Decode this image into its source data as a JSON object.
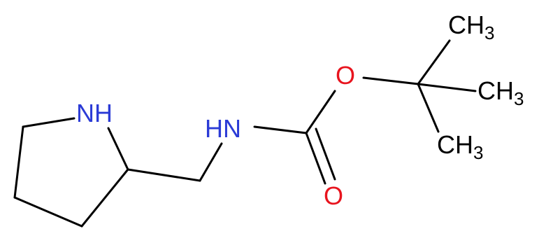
{
  "molecule": {
    "atoms": {
      "ring_nh": {
        "text": "NH",
        "color": "#2b3bd6"
      },
      "amide_nh": {
        "text": "HN",
        "color": "#2b3bd6"
      },
      "ester_o": {
        "text": "O",
        "color": "#e8141e"
      },
      "carbonyl_o": {
        "text": "O",
        "color": "#e8141e"
      },
      "methyl_top": {
        "main": "CH",
        "sub": "3",
        "color": "#000000"
      },
      "methyl_right": {
        "main": "CH",
        "sub": "3",
        "color": "#000000"
      },
      "methyl_bottom": {
        "main": "CH",
        "sub": "3",
        "color": "#000000"
      }
    }
  }
}
